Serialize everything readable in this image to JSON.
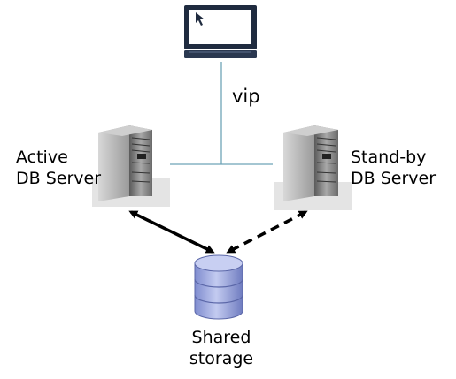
{
  "labels": {
    "vip": "vip",
    "active_line1": "Active",
    "active_line2": "DB Server",
    "standby_line1": "Stand-by",
    "standby_line2": "DB Server",
    "storage_line1": "Shared",
    "storage_line2": "storage"
  },
  "icons": {
    "client": "laptop-icon",
    "active_server": "server-tower-icon",
    "standby_server": "server-tower-icon",
    "storage": "database-icon"
  },
  "colors": {
    "network_line": "#6ea3b7",
    "laptop_frame": "#1f2b3f",
    "server_body": "#8c8c8c",
    "storage_fill": "#9aa7dd",
    "arrow": "#000000"
  },
  "connections": [
    {
      "from": "active_server",
      "to": "storage",
      "style": "solid"
    },
    {
      "from": "standby_server",
      "to": "storage",
      "style": "dashed"
    }
  ]
}
